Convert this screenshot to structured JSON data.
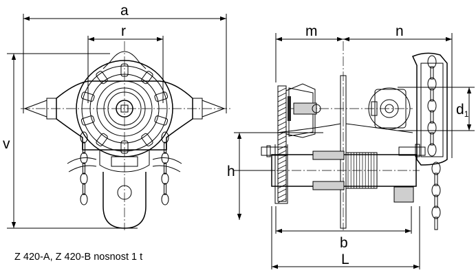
{
  "dimensions": {
    "a": "a",
    "r": "r",
    "v": "v",
    "m": "m",
    "n": "n",
    "d1_base": "d",
    "d1_sub": "1",
    "h": "h",
    "b": "b",
    "L": "L"
  },
  "caption": "Z 420-A, Z 420-B nosnost 1 t"
}
